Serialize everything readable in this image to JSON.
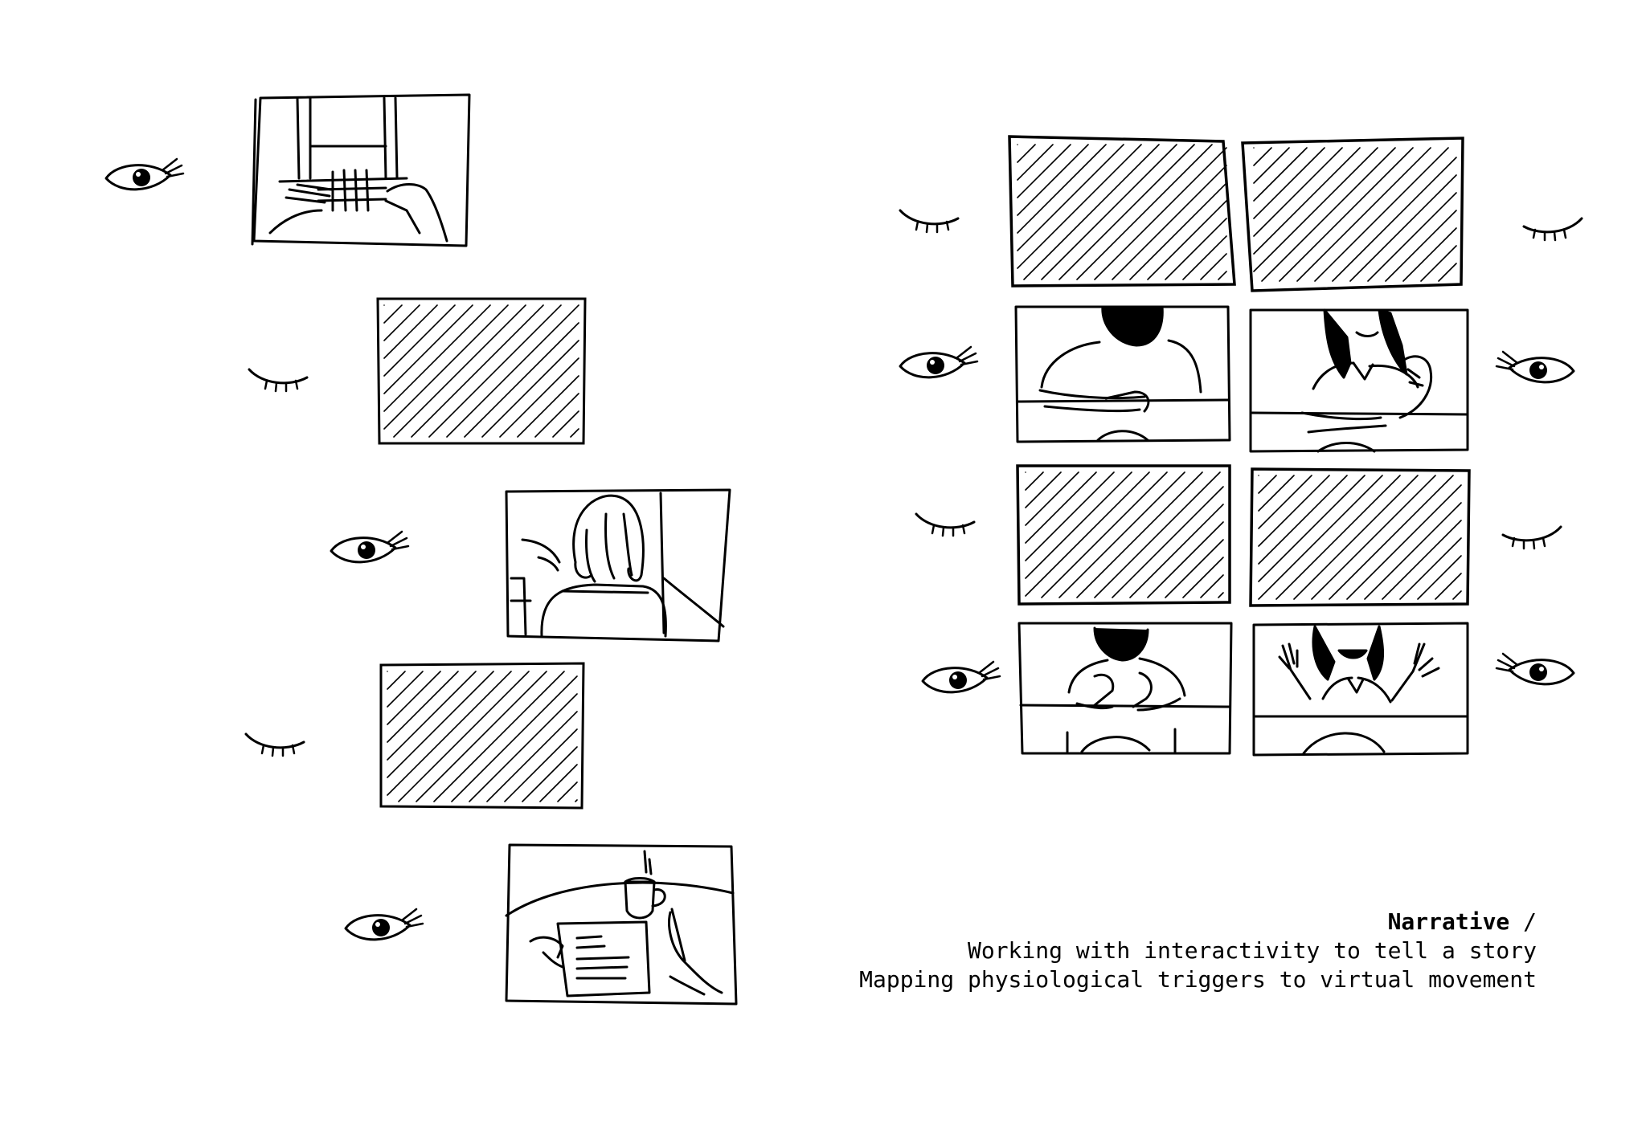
{
  "caption": {
    "title": "Narrative",
    "separator": " /",
    "line1": "Working with interactivity to tell a story",
    "line2": "Mapping physiological triggers to virtual movement"
  },
  "colors": {
    "ink": "#000000",
    "paper": "#ffffff"
  },
  "storyboard": {
    "left_column": [
      {
        "eye": "open",
        "frame": "laptop-typing"
      },
      {
        "eye": "closed",
        "frame": "hatched"
      },
      {
        "eye": "open",
        "frame": "person-from-behind"
      },
      {
        "eye": "closed",
        "frame": "hatched"
      },
      {
        "eye": "open",
        "frame": "coffee-and-document"
      }
    ],
    "right_grid": [
      {
        "eyes": "closed",
        "frames": [
          "hatched",
          "hatched"
        ]
      },
      {
        "eyes": "open",
        "frames": [
          "bearded-man-arms-crossed",
          "woman-hand-on-shoulder"
        ]
      },
      {
        "eyes": "closed",
        "frames": [
          "hatched",
          "hatched"
        ]
      },
      {
        "eyes": "open",
        "frames": [
          "bearded-man-hands-on-chest",
          "woman-raised-hands"
        ]
      }
    ]
  }
}
